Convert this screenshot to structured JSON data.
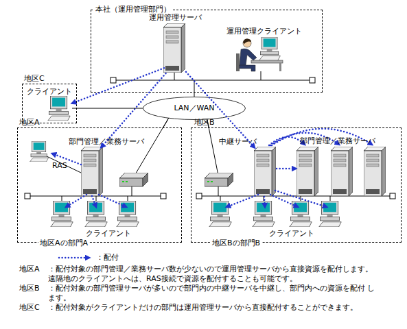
{
  "diagram": {
    "nodes": [
      {
        "text": [
          "本社（運用管理部門）"
        ]
      },
      {
        "text": [
          "運用管理サーバ"
        ],
        "in": 0
      },
      {
        "text": [
          "運用管理クライアント"
        ],
        "in": 0
      },
      {
        "text": [
          "地区C"
        ]
      },
      {
        "text": [
          "クライアント"
        ],
        "in": 3
      },
      {
        "text": [
          "LAN／WAN"
        ]
      },
      {
        "text": [
          "地区A",
          "地区Aの部門A"
        ]
      },
      {
        "text": [
          "部門管理／業務サーバ"
        ],
        "in": 6
      },
      {
        "text": [
          "地区B",
          "地区Bの部門B"
        ]
      },
      {
        "text": [
          "中継サーバ"
        ],
        "in": 8
      },
      {
        "text": [
          "部門管理／業務サーバ"
        ],
        "in": 8
      }
    ],
    "edges": [
      {
        "from": 1,
        "to": 4,
        "arrow": "to"
      },
      {
        "from": 1,
        "to": 7,
        "arrow": "to"
      },
      {
        "from": 1,
        "to": 9,
        "arrow": "to"
      },
      {
        "from": 9,
        "to": 10,
        "arrow": "to"
      },
      {
        "from": 0,
        "to": 5,
        "arrow": "none"
      },
      {
        "from": 5,
        "to": 4,
        "arrow": "none"
      },
      {
        "from": 5,
        "to": 6,
        "arrow": "none"
      },
      {
        "from": 5,
        "to": 8,
        "arrow": "none"
      }
    ],
    "labels": [
      "RAS",
      "クライアント",
      "クライアント",
      "地区A",
      "：配付対象の部門管理／業務サーバ数が少ないので運用管理サーバから直接資源を配付します。 遠隔地のクライアントへは、RAS接続で資源を配付することも可能です。",
      "地区B",
      "：配付対象の部門管理サーバが多いので部門内の中継サーバを中継し、部門内への資源を配付 します。",
      "地区C",
      "：配付対象がクライアントだけの部門は運用管理サーバから直接配付することができます。"
    ],
    "legend": [
      {
        "text": "：配付"
      }
    ]
  }
}
